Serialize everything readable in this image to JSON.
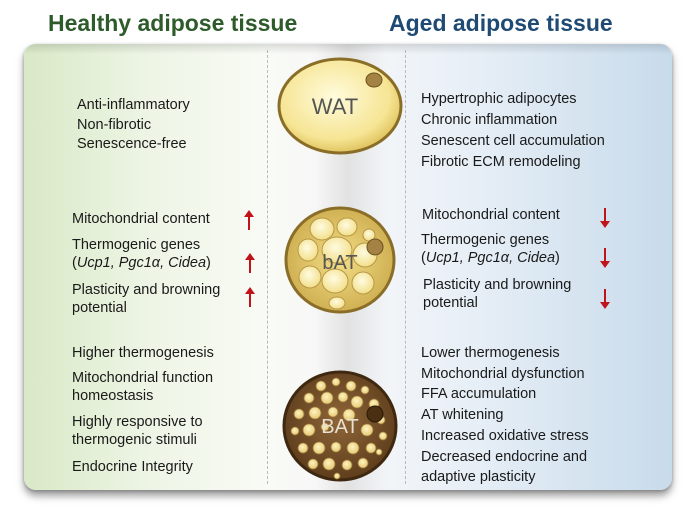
{
  "headers": {
    "left": "Healthy adipose tissue",
    "right": "Aged adipose tissue"
  },
  "circles": {
    "wat": "WAT",
    "bat_beige": "bAT",
    "bat_brown": "BAT"
  },
  "wat_section": {
    "left": [
      "Anti-inflammatory",
      "Non-fibrotic",
      "Senescence-free"
    ],
    "right": [
      "Hypertrophic adipocytes",
      "Chronic inflammation",
      "Senescent cell accumulation",
      "Fibrotic ECM remodeling"
    ]
  },
  "beige_section": {
    "left": {
      "mito": "Mitochondrial content",
      "thermo_genes": "Thermogenic genes",
      "genes_open": "(",
      "genes_list": "Ucp1, Pgc1α, Cidea",
      "genes_close": ")",
      "plasticity_1": "Plasticity and browning",
      "plasticity_2": "potential"
    },
    "right": {
      "mito": "Mitochondrial content",
      "thermo_genes": "Thermogenic genes",
      "genes_open": "(",
      "genes_list": "Ucp1, Pgc1α, Cidea",
      "genes_close": ")",
      "plasticity_1": "Plasticity and browning",
      "plasticity_2": "potential"
    },
    "arrow_color": "#c0141a"
  },
  "brown_section": {
    "left": {
      "higher": "Higher thermogenesis",
      "mito_func_1": "Mitochondrial function",
      "mito_func_2": "homeostasis",
      "responsive_1": "Highly responsive to",
      "responsive_2": "thermogenic stimuli",
      "endocrine": "Endocrine Integrity"
    },
    "right": [
      "Lower thermogenesis",
      "Mitochondrial dysfunction",
      "FFA accumulation",
      "AT whitening",
      "Increased oxidative stress",
      "Decreased endocrine and",
      "adaptive plasticity"
    ]
  },
  "colors": {
    "healthy_header": "#2e5b2a",
    "aged_header": "#1e4a73",
    "fat_yellow": "#f4df88",
    "brown_tissue": "#7b5530"
  }
}
